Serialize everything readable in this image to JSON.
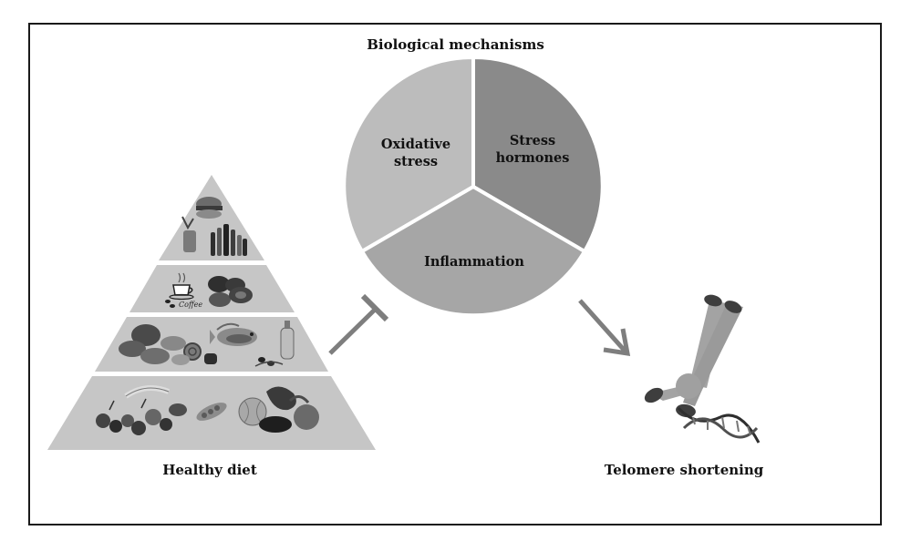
{
  "title": "Biological mechanisms",
  "mechanisms": [
    {
      "line1": "Oxidative",
      "line2": "stress",
      "color": "#bcbcbc"
    },
    {
      "line1": "Stress",
      "line2": "hormones",
      "color": "#8a8a8a"
    },
    {
      "line1": "Inflammation",
      "line2": "",
      "color": "#a6a6a6"
    }
  ],
  "left_label": "Healthy diet",
  "right_label": "Telomere shortening",
  "pyramid": {
    "tier1_note": "fast food & drinks",
    "tier2_note": "coffee & meat",
    "tier3_note": "bread, fish & oil",
    "tier4_note": "fruits & vegetables",
    "coffee_text": "Coffee"
  },
  "relations": {
    "inhibits": "Healthy diet inhibits biological mechanisms",
    "causes": "Biological mechanisms cause telomere shortening"
  }
}
